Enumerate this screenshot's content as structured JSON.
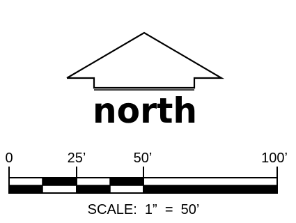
{
  "north": {
    "word": "north",
    "arrow_icon": "north-arrow-icon"
  },
  "scale_bar": {
    "tick_labels": [
      "0",
      "25’",
      "50’",
      "100’"
    ],
    "tick_values": [
      0,
      25,
      50,
      100
    ],
    "unit": "ft",
    "caption": "SCALE:  1”  =  50’"
  },
  "colors": {
    "ink": "#000000",
    "paper": "#ffffff"
  }
}
